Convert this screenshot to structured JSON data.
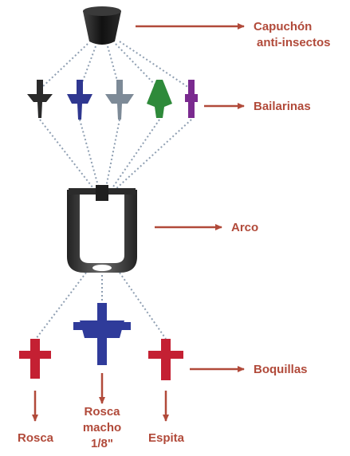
{
  "labels": {
    "cap_line1": "Capuchón",
    "cap_line2": "anti-insectos",
    "bailarinas": "Bailarinas",
    "arco": "Arco",
    "boquillas": "Boquillas",
    "rosca": "Rosca",
    "rosca_macho_1": "Rosca",
    "rosca_macho_2": "macho",
    "rosca_macho_3": "1/8\"",
    "espita": "Espita"
  },
  "colors": {
    "label": "#b14a3a",
    "arrow": "#b14a3a",
    "cap": "#1a1a1a",
    "bailarina_black": "#2a2a2a",
    "bailarina_blue": "#2f3790",
    "bailarina_gray": "#7d8a97",
    "bailarina_green": "#2e8a3a",
    "bailarina_purple": "#7a2a8f",
    "arco": "#3a3a3a",
    "boquilla_red": "#c42033",
    "boquilla_blue": "#2f3b9a",
    "dotted_line": "#8f9fb2"
  }
}
